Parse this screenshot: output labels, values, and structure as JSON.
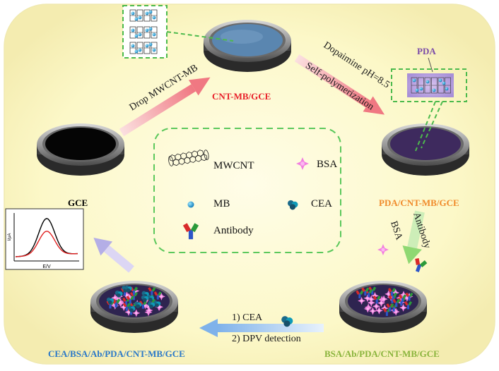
{
  "colors": {
    "background": "#fdfbd6",
    "cnt_label": "#e8202a",
    "pda_label": "#f08a2a",
    "bsa_ab_label": "#8ab43c",
    "cea_label": "#2a78c8",
    "gce_label": "#111111",
    "arrow_pink": "#f29aa0",
    "arrow_green": "#a8e08a",
    "arrow_lilac": "#c8c2ec",
    "arrow_blue": "#9cc4f0",
    "dashed_green": "#5cc85c"
  },
  "electrodes": {
    "gce": "GCE",
    "cnt_mb": "CNT-MB/GCE",
    "pda_cnt_mb": "PDA/CNT-MB/GCE",
    "bsa_ab_pda": "BSA/Ab/PDA/CNT-MB/GCE",
    "cea_bsa_ab_pda": "CEA/BSA/Ab/PDA/CNT-MB/GCE"
  },
  "steps": {
    "drop": "Drop MWCNT-MB",
    "dopamine": "Dopaimine pH=8.5",
    "self_poly": "Self-polymerization",
    "bsa": "BSA",
    "antibody": "Antibody",
    "cea": "1) CEA",
    "dpv": "2) DPV detection"
  },
  "pda_tag": "PDA",
  "legend": {
    "mwcnt": "MWCNT",
    "bsa": "BSA",
    "mb": "MB",
    "cea": "CEA",
    "antibody": "Antibody"
  },
  "dpv_plot": {
    "xlabel": "E/V",
    "ylabel": "I/μA"
  }
}
